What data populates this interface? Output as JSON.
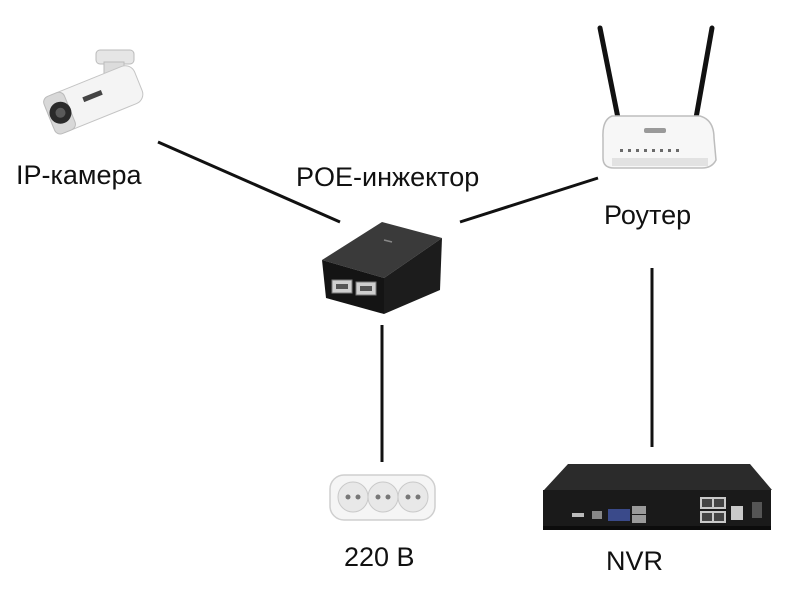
{
  "nodes": {
    "camera": {
      "label": "IP-камера",
      "icon": "ip-camera-icon"
    },
    "injector": {
      "label": "POE-инжектор",
      "icon": "poe-injector-icon"
    },
    "router": {
      "label": "Роутер",
      "icon": "router-icon"
    },
    "power": {
      "label": "220 В",
      "icon": "power-outlet-icon"
    },
    "nvr": {
      "label": "NVR",
      "icon": "nvr-icon"
    }
  },
  "connections": [
    {
      "from": "camera",
      "to": "injector"
    },
    {
      "from": "injector",
      "to": "router"
    },
    {
      "from": "injector",
      "to": "power"
    },
    {
      "from": "router",
      "to": "nvr"
    }
  ],
  "colors": {
    "line": "#111111",
    "device_dark": "#1a1a1a",
    "device_light": "#f2f2f2"
  }
}
